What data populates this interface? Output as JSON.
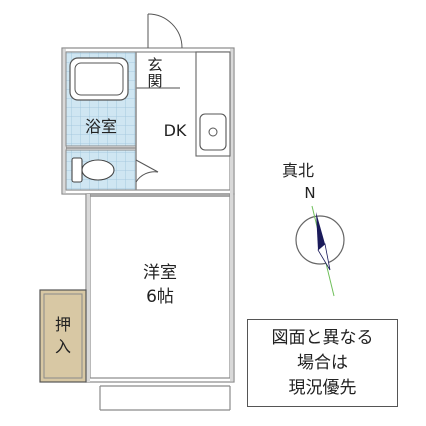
{
  "rooms": {
    "entrance": [
      "玄",
      "関"
    ],
    "bathroom": "浴室",
    "kitchen": "DK",
    "western_room": "洋室",
    "western_room_size": "6帖",
    "closet": [
      "押",
      "入"
    ]
  },
  "compass": {
    "label": "真北",
    "north_letter": "N"
  },
  "note": {
    "lines": [
      "図面と異なる",
      "場合は",
      "現況優先"
    ]
  },
  "colors": {
    "wall": "#8a8a8a",
    "wall_fill": "#d9d9d9",
    "tile": "#cfe6f2",
    "closet": "#d8c8a4",
    "compass_green": "#6fbf5a",
    "compass_dark": "#1a1a5a"
  }
}
